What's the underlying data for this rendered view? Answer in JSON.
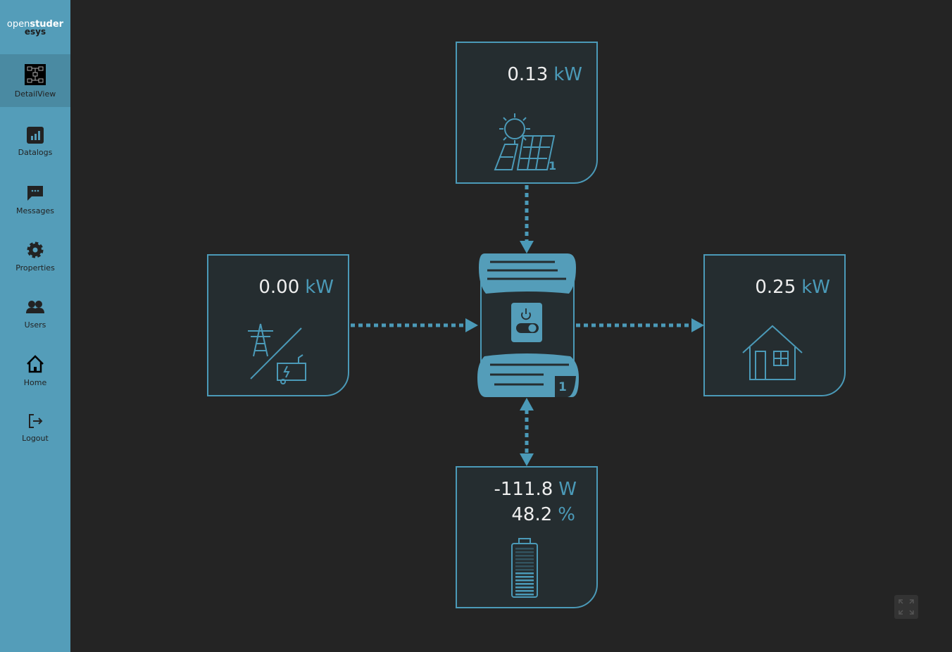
{
  "logo": {
    "open": "open",
    "studer": "studer",
    "esys": "esys"
  },
  "nav": [
    {
      "label": "DetailView"
    },
    {
      "label": "Datalogs"
    },
    {
      "label": "Messages"
    },
    {
      "label": "Properties"
    },
    {
      "label": "Users"
    },
    {
      "label": "Home"
    },
    {
      "label": "Logout"
    }
  ],
  "solar": {
    "value": "0.13",
    "unit": "kW",
    "count": "1"
  },
  "grid": {
    "value": "0.00",
    "unit": "kW"
  },
  "house": {
    "value": "0.25",
    "unit": "kW"
  },
  "battery": {
    "power": "-111.8",
    "power_unit": "W",
    "soc": "48.2",
    "soc_unit": "%"
  },
  "inverter": {
    "count": "1"
  },
  "colors": {
    "accent": "#4b9ab8",
    "sidebar": "#549db9",
    "background": "#242424"
  }
}
